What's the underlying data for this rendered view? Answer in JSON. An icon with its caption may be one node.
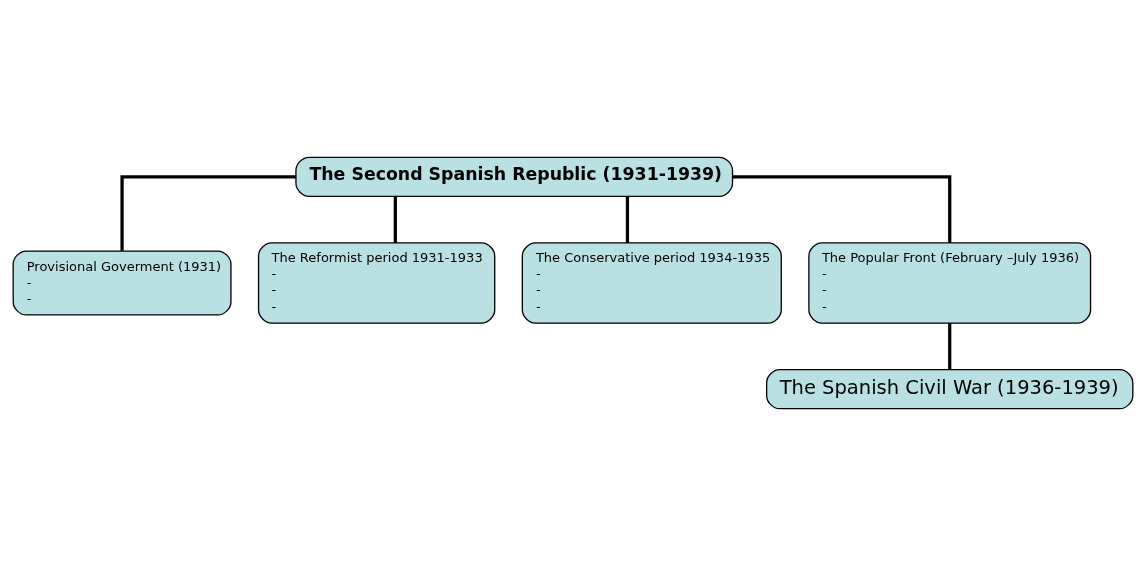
{
  "diagram": {
    "nodes": [
      {
        "text": [
          "The Second Spanish Republic (1931-1939)"
        ]
      },
      {
        "text": [
          "Provisional Goverment (1931)",
          "-",
          "-"
        ]
      },
      {
        "text": [
          "The Reformist period 1931-1933",
          "-",
          "-",
          "-"
        ]
      },
      {
        "text": [
          "The Conservative period 1934-1935",
          "-",
          "-",
          "-"
        ]
      },
      {
        "text": [
          "The Popular Front (February –July 1936)",
          "-",
          "-",
          "-"
        ]
      },
      {
        "text": [
          "The Spanish Civil War (1936-1939)"
        ]
      }
    ],
    "edges": [
      {
        "from": 0,
        "to": 1,
        "arrow": "none"
      },
      {
        "from": 0,
        "to": 2,
        "arrow": "none"
      },
      {
        "from": 0,
        "to": 3,
        "arrow": "none"
      },
      {
        "from": 0,
        "to": 4,
        "arrow": "none"
      },
      {
        "from": 4,
        "to": 5,
        "arrow": "none"
      }
    ]
  }
}
